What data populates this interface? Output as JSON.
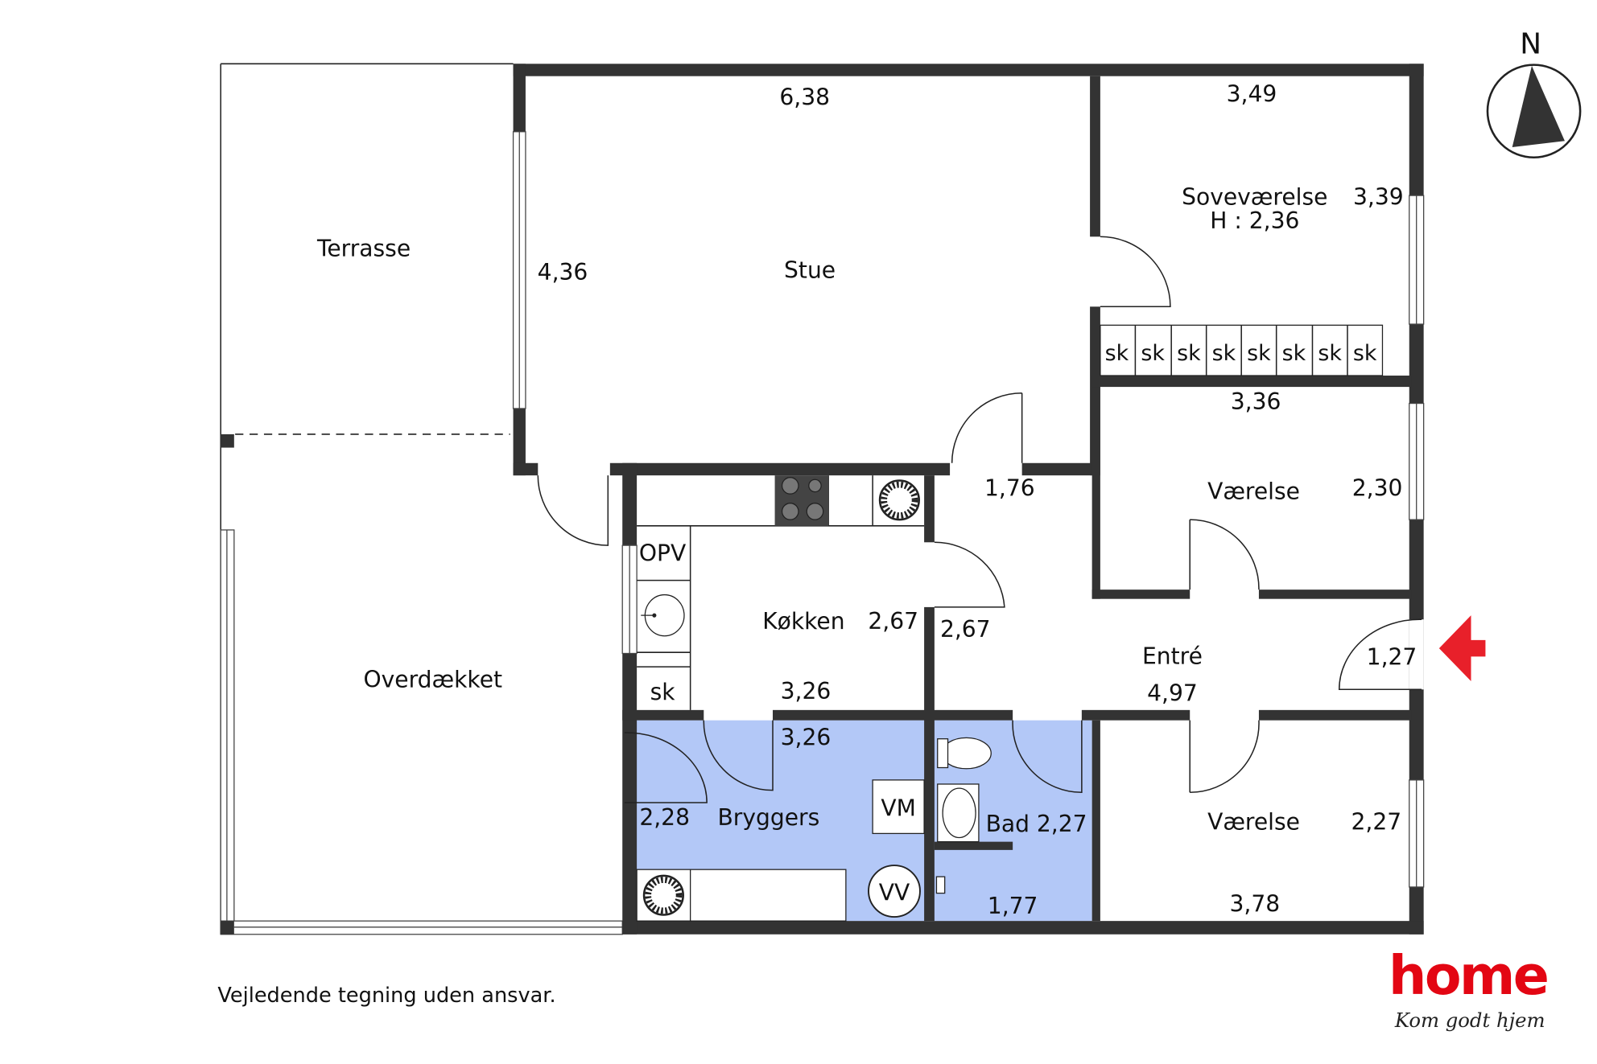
{
  "rooms": {
    "terrasse": "Terrasse",
    "overdaekket": "Overdækket",
    "stue": "Stue",
    "sovevaerelse": "Soveværelse",
    "sovevaerelse_height": "H : 2,36",
    "vaerelse1": "Værelse",
    "vaerelse2": "Værelse",
    "koekken": "Køkken",
    "entre": "Entré",
    "bryggers": "Bryggers",
    "bad": "Bad 2,27"
  },
  "dimensions": {
    "stue_w": "6,38",
    "stue_h": "4,36",
    "sov_w": "3,49",
    "sov_h": "3,39",
    "vaer1_w": "3,36",
    "vaer1_h": "2,30",
    "hall": "1,76",
    "koek_h": "2,67",
    "koek_w": "3,26",
    "entre_h": "2,67",
    "entre_w": "4,97",
    "entre_door": "1,27",
    "bryg_w": "3,26",
    "bryg_h": "2,28",
    "bad_w": "1,77",
    "vaer2_h": "2,27",
    "vaer2_w": "3,78"
  },
  "fixtures": {
    "closet": "sk",
    "closets": [
      "sk",
      "sk",
      "sk",
      "sk",
      "sk",
      "sk",
      "sk",
      "sk"
    ],
    "opv": "OPV",
    "vm": "VM",
    "vv": "VV"
  },
  "compass": "N",
  "disclaimer": "Vejledende tegning uden ansvar.",
  "logo": {
    "brand": "home",
    "tagline": "Kom godt hjem",
    "color": "#e30613"
  },
  "colors": {
    "wet_room": "#b3c8f7",
    "wall": "#333333",
    "entry_arrow": "#e8202a"
  }
}
